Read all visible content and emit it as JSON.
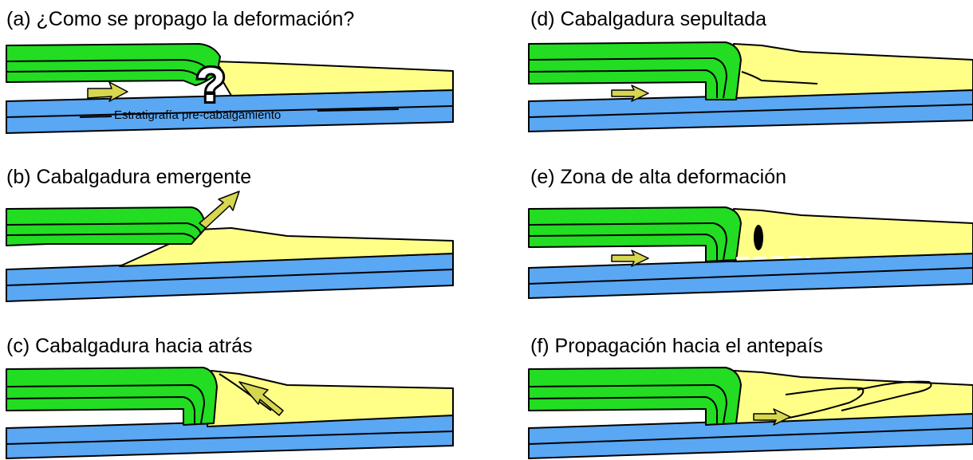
{
  "panels": [
    {
      "id": "a",
      "title": "(a) ¿Como se propago la deformación?",
      "question_mark": "?",
      "layer_label": "Estratigrafía pre-cabalgamiento"
    },
    {
      "id": "b",
      "title": "(b) Cabalgadura emergente"
    },
    {
      "id": "c",
      "title": "(c) Cabalgadura hacia atrás"
    },
    {
      "id": "d",
      "title": "(d) Cabalgadura sepultada"
    },
    {
      "id": "e",
      "title": "(e) Zona de alta deformación"
    },
    {
      "id": "f",
      "title": "(f) Propagación hacia el antepaís"
    }
  ],
  "colors": {
    "basement_blue": "#5aa7f3",
    "foreland_yellow": "#ffff88",
    "thrust_sheet_green": "#22dd22",
    "arrow_olive": "#d6d650"
  }
}
